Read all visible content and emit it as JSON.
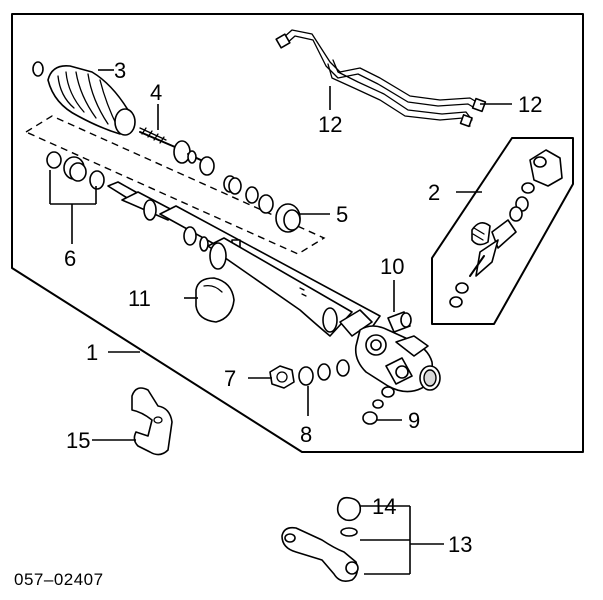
{
  "diagram": {
    "code": "057–02407",
    "callouts": {
      "c1": "1",
      "c2": "2",
      "c3": "3",
      "c4": "4",
      "c5": "5",
      "c6": "6",
      "c7": "7",
      "c8": "8",
      "c9": "9",
      "c10": "10",
      "c11": "11",
      "c12a": "12",
      "c12b": "12",
      "c13": "13",
      "c14": "14",
      "c15": "15"
    }
  }
}
